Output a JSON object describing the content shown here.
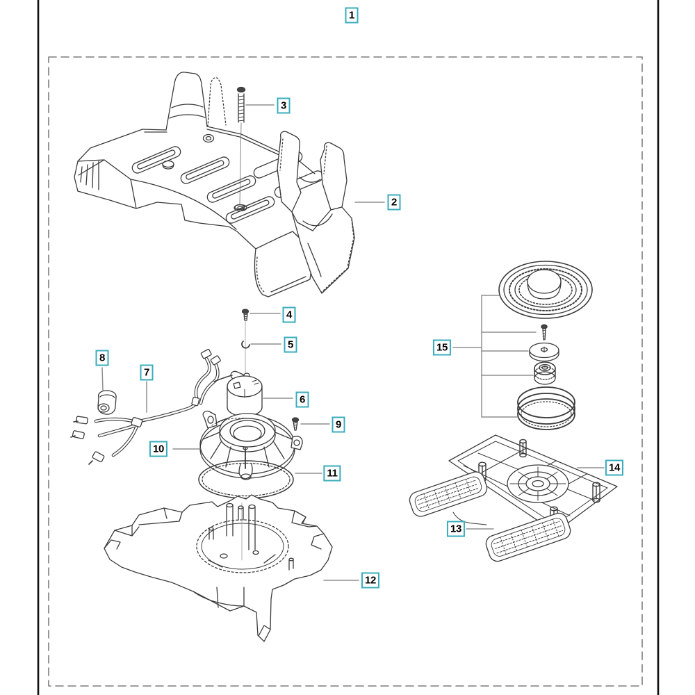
{
  "diagram": {
    "description_visible_text_only": true,
    "callouts": [
      {
        "label": "1"
      },
      {
        "label": "2"
      },
      {
        "label": "3"
      },
      {
        "label": "4"
      },
      {
        "label": "5"
      },
      {
        "label": "6"
      },
      {
        "label": "7"
      },
      {
        "label": "8"
      },
      {
        "label": "9"
      },
      {
        "label": "10"
      },
      {
        "label": "11"
      },
      {
        "label": "12"
      },
      {
        "label": "13"
      },
      {
        "label": "14"
      },
      {
        "label": "15"
      }
    ],
    "colors": {
      "background": "#ffffff",
      "callout_border": "#3aacbc",
      "callout_text": "#000000",
      "leader_line": "#8f8f8f",
      "line_art": "#3a3a3a",
      "boundary_dash": "#7d7d7d",
      "frame_line": "#111111"
    }
  }
}
